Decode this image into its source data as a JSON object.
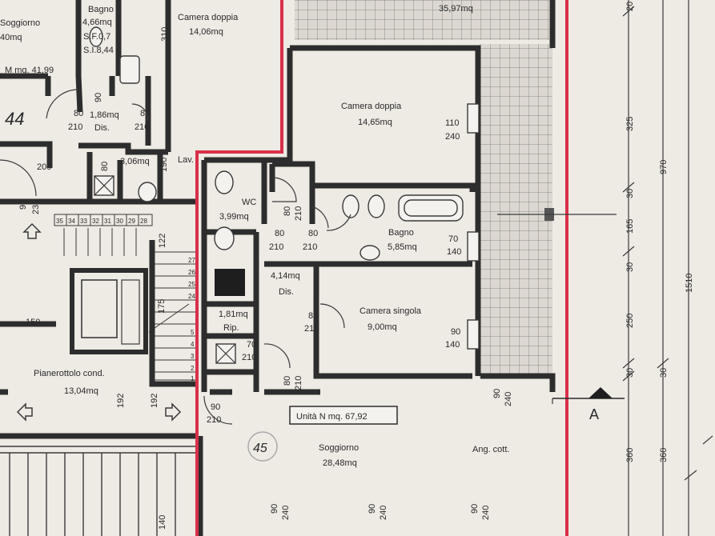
{
  "rooms": {
    "soggiorno_left_name": "Soggiorno",
    "soggiorno_left_area": "40mq",
    "total_left": "M mq. 41,99",
    "bagno_top_name": "Bagno",
    "bagno_top_area": "4,66mq",
    "bagno_top_note1": "S.F.0,7",
    "bagno_top_note2": "S.I.8,44",
    "camera_doppia_top_name": "Camera doppia",
    "camera_doppia_top_area": "14,06mq",
    "dis_left_area": "1,86mq",
    "dis_left_name": "Dis.",
    "bagno_left_area": "3,06mq",
    "lav_label": "Lav.",
    "terrace_area": "35,97mq",
    "camera_doppia_name": "Camera doppia",
    "camera_doppia_area": "14,65mq",
    "wc_name": "WC",
    "wc_area": "3,99mq",
    "bagno_name": "Bagno",
    "bagno_area": "5,85mq",
    "dis_area": "4,14mq",
    "dis_name": "Dis.",
    "rip_area": "1,81mq",
    "rip_name": "Rip.",
    "camera_singola_name": "Camera singola",
    "camera_singola_area": "9,00mq",
    "pianerottolo_name": "Pianerottolo cond.",
    "pianerottolo_area": "13,04mq",
    "unit_label": "Unità N mq. 67,92",
    "soggiorno_name": "Soggiorno",
    "soggiorno_area": "28,48mq",
    "ang_cott": "Ang. cott.",
    "room_tag": "44",
    "room_tag2": "45"
  },
  "dimensions": {
    "d310": "310",
    "d110": "110",
    "d240": "240",
    "d200": "200",
    "d150": "150",
    "d190": "190",
    "d122": "122",
    "d175": "175",
    "d192": "192",
    "d140": "140",
    "d90": "90",
    "d80": "80",
    "d70": "70",
    "d210": "210",
    "d236": "236",
    "right_20": "20",
    "right_325": "325",
    "right_30_a": "30",
    "right_165": "165",
    "right_30_b": "30",
    "right_250": "250",
    "right_30_c": "30",
    "right_360": "360",
    "right_970": "970",
    "right_30_d": "30",
    "right_360_b": "360",
    "right_1510": "1510",
    "section_label": "A"
  },
  "stairs": {
    "numbers_top": [
      "35",
      "34",
      "33",
      "32",
      "31",
      "30",
      "29",
      "28"
    ],
    "numbers_side": [
      "27",
      "26",
      "25",
      "24",
      "5",
      "4",
      "3",
      "2",
      "1"
    ]
  },
  "colors": {
    "paper": "#eeeae4",
    "walls": "#2d2d2d",
    "unit_border": "#d8304a"
  }
}
